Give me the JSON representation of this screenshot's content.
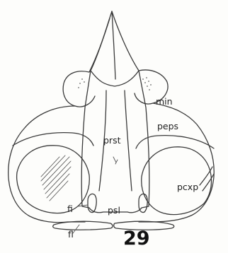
{
  "figure": {
    "number": "29",
    "labels": {
      "min": "min",
      "peps": "peps",
      "prst": "prst",
      "pcxp": "pcxp",
      "fi": "fi",
      "psl": "psl",
      "fl": "fl"
    }
  }
}
